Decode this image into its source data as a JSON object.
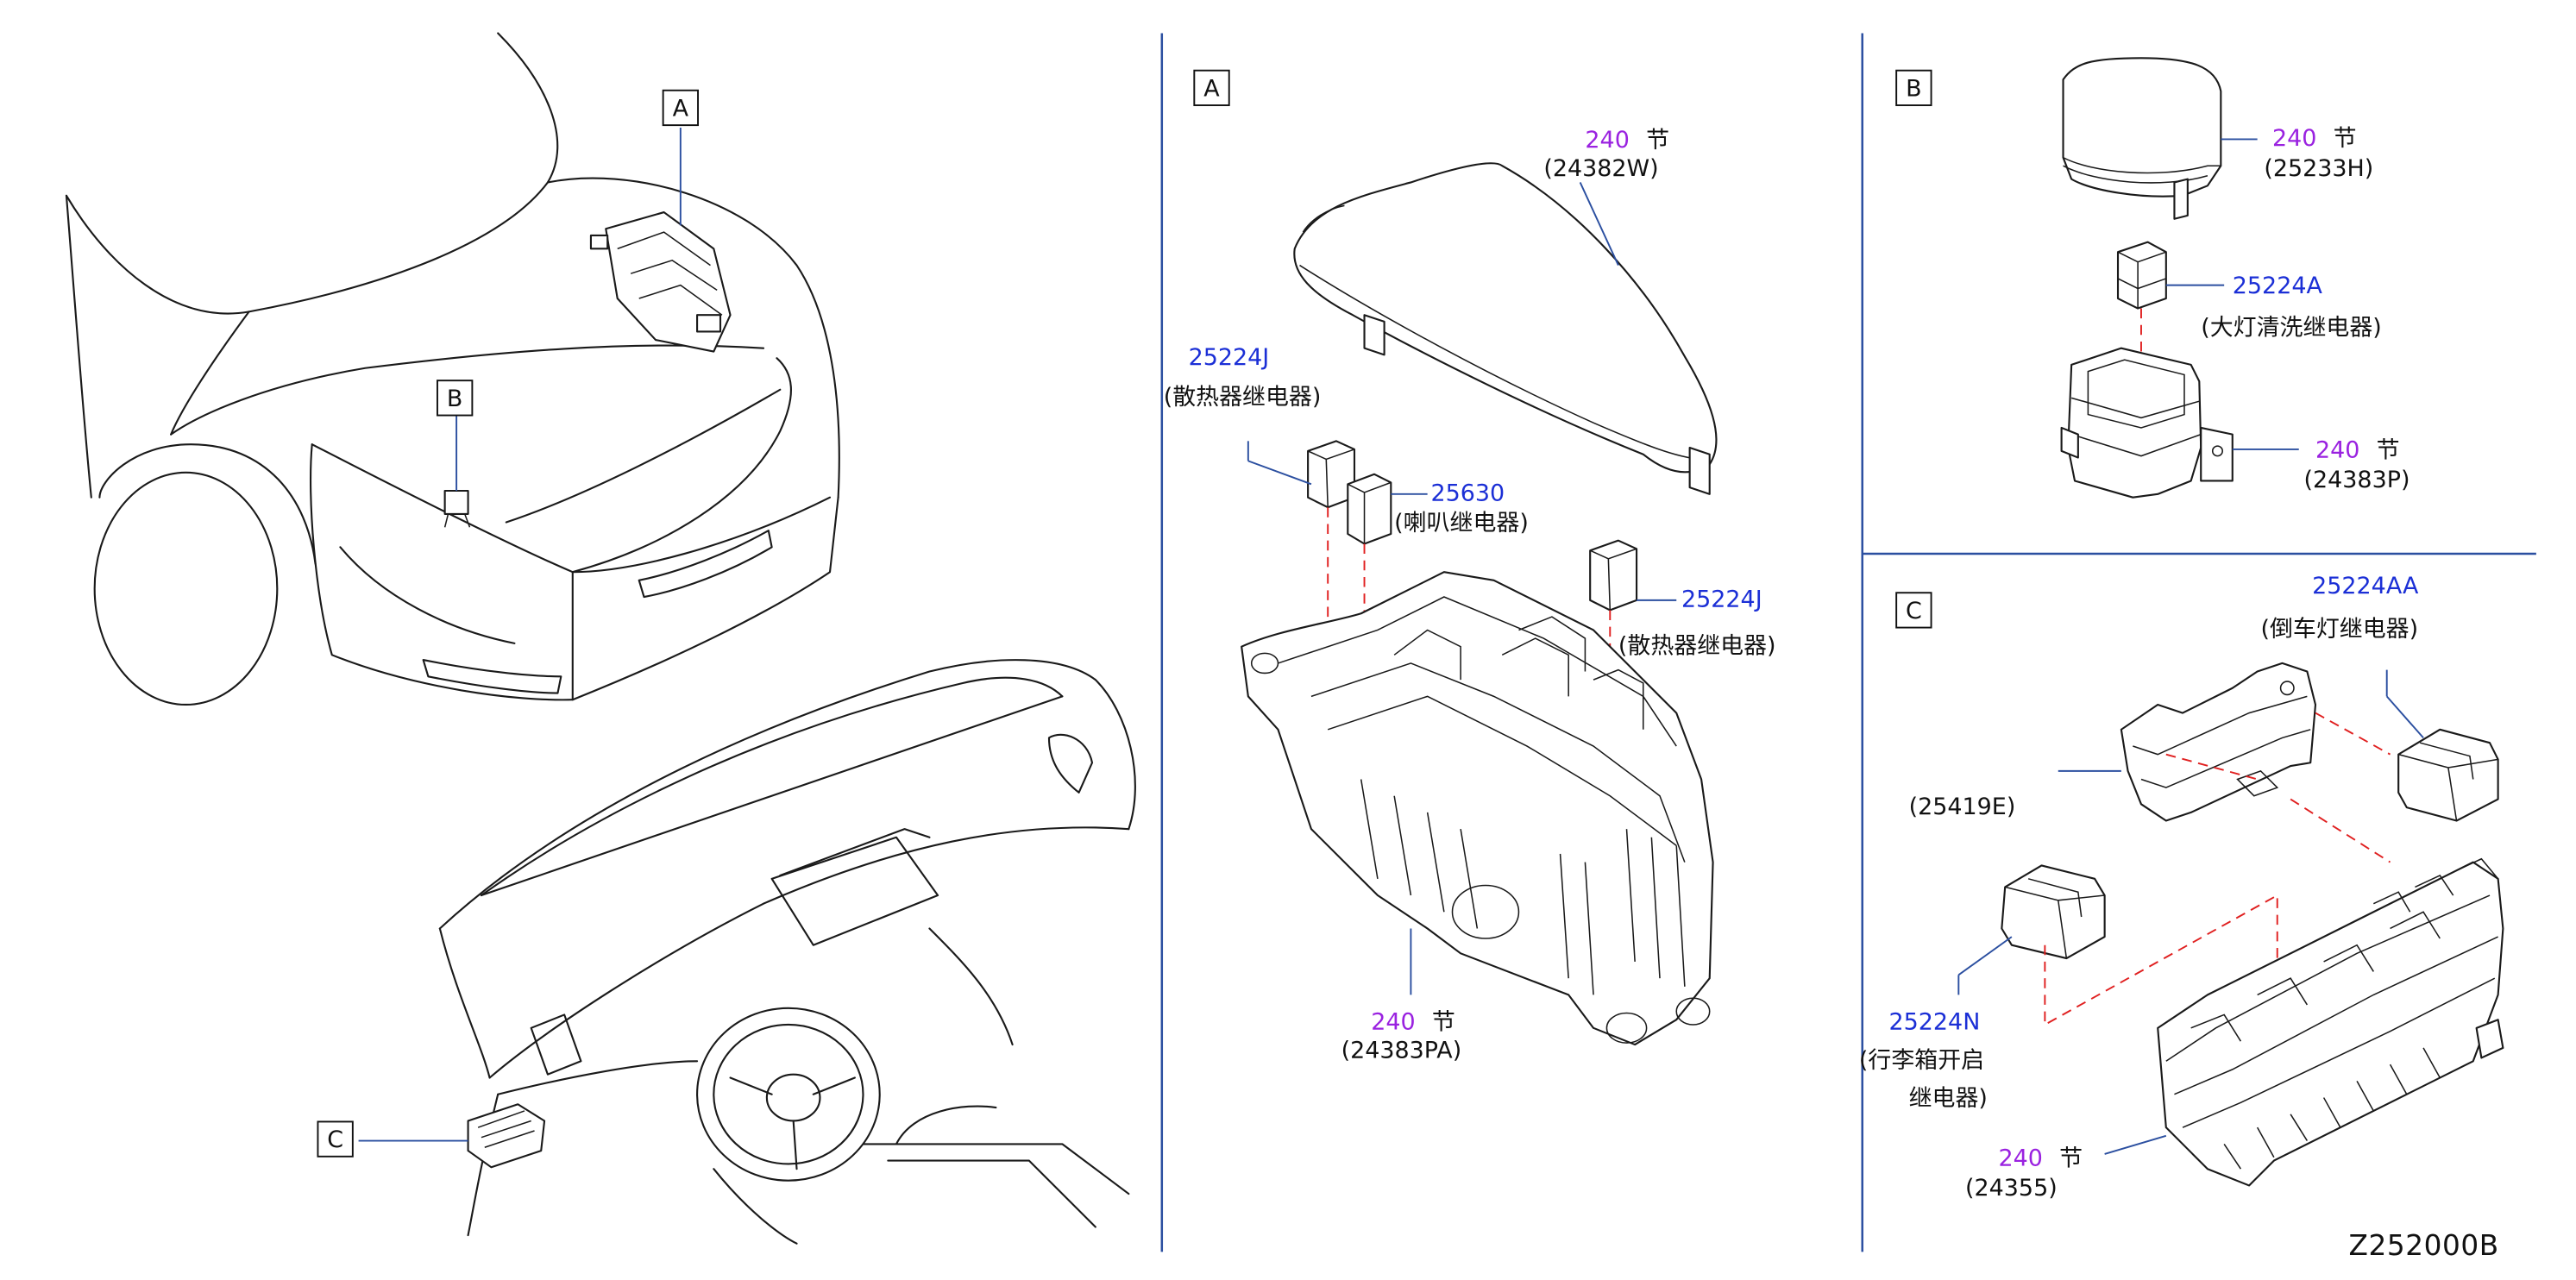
{
  "callouts": {
    "a": "A",
    "b": "B",
    "c": "C"
  },
  "qty": "240",
  "unit": "节",
  "panel_a": {
    "cover": "(24382W)",
    "relay_left_pn": "25224J",
    "relay_left_name": "(散热器继电器)",
    "horn_pn": "25630",
    "horn_name": "(喇叭继电器)",
    "relay_right_pn": "25224J",
    "relay_right_name": "(散热器继电器)",
    "box": "(24383PA)"
  },
  "panel_b": {
    "cover": "(25233H)",
    "relay_pn": "25224A",
    "relay_name": "(大灯清洗继电器)",
    "box": "(24383P)"
  },
  "panel_c": {
    "relay_top_pn": "25224AA",
    "relay_top_name": "(倒车灯继电器)",
    "bracket": "(25419E)",
    "relay_bottom_pn": "25224N",
    "relay_bottom_name_1": "(行李箱开启",
    "relay_bottom_name_2": "继电器)",
    "box": "(24355)"
  },
  "diagram_code": "Z252000B"
}
